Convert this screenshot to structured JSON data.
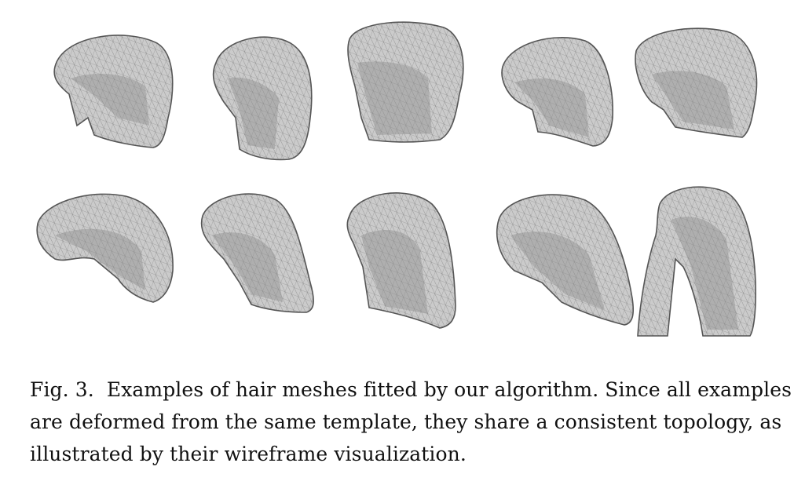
{
  "figure": {
    "caption_label": "Fig. 3.",
    "caption_text": "Examples of hair meshes fitted by our algorithm. Since all examples are deformed from the same template, they share a consistent topology, as illustrated by their wireframe visualization.",
    "colors": {
      "mesh_fill": "#c9c9c9",
      "wire": "#6e6e6e",
      "outline": "#555555"
    },
    "rows": [
      {
        "items": [
          "hair-mesh-1",
          "hair-mesh-2",
          "hair-mesh-3",
          "hair-mesh-4",
          "hair-mesh-5"
        ]
      },
      {
        "items": [
          "hair-mesh-6",
          "hair-mesh-7",
          "hair-mesh-8",
          "hair-mesh-9",
          "hair-mesh-10"
        ]
      }
    ]
  }
}
